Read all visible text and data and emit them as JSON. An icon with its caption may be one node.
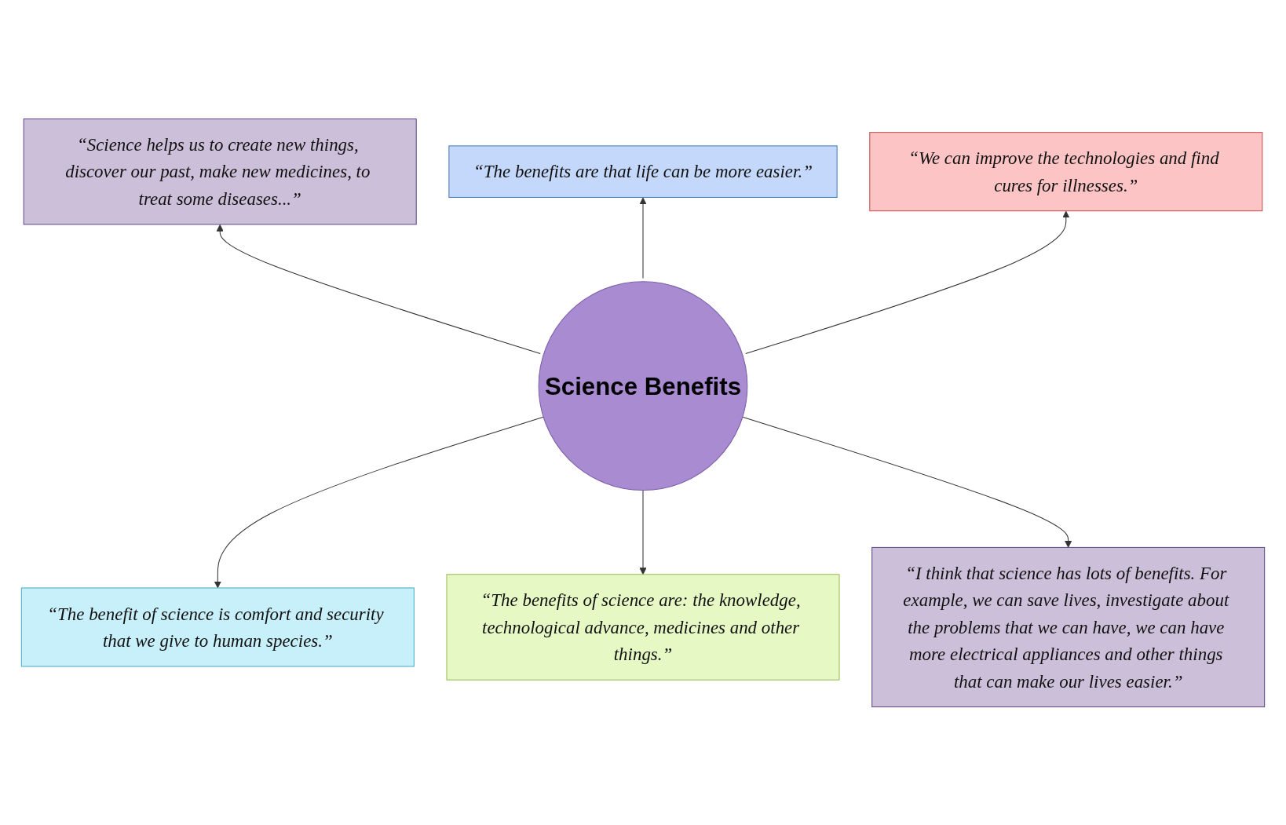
{
  "diagram": {
    "nodes": [
      {
        "text": [
          "“Science helps us to create new things, discover our past, make new medicines, to treat some diseases...”"
        ]
      },
      {
        "text": [
          "“The benefits are that life can be more easier.”"
        ]
      },
      {
        "text": [
          "“We can improve the technologies and find cures for illnesses.”"
        ]
      },
      {
        "text": [
          "Science Benefits"
        ]
      },
      {
        "text": [
          "“The benefit of science is comfort and security that we give to human species.”"
        ]
      },
      {
        "text": [
          "“The benefits of science are: the knowledge, technological advance, medicines and other things.”"
        ]
      },
      {
        "text": [
          "“I think that science has lots of benefits. For example, we can save lives, investigate about the problems that we can have, we can have more electrical appliances and other things that can make our lives easier.”"
        ]
      }
    ],
    "edges": [
      {
        "from": 3,
        "to": 0,
        "arrow": "to"
      },
      {
        "from": 3,
        "to": 1,
        "arrow": "to"
      },
      {
        "from": 3,
        "to": 2,
        "arrow": "to"
      },
      {
        "from": 3,
        "to": 4,
        "arrow": "to"
      },
      {
        "from": 3,
        "to": 5,
        "arrow": "to"
      },
      {
        "from": 3,
        "to": 6,
        "arrow": "to"
      }
    ]
  }
}
